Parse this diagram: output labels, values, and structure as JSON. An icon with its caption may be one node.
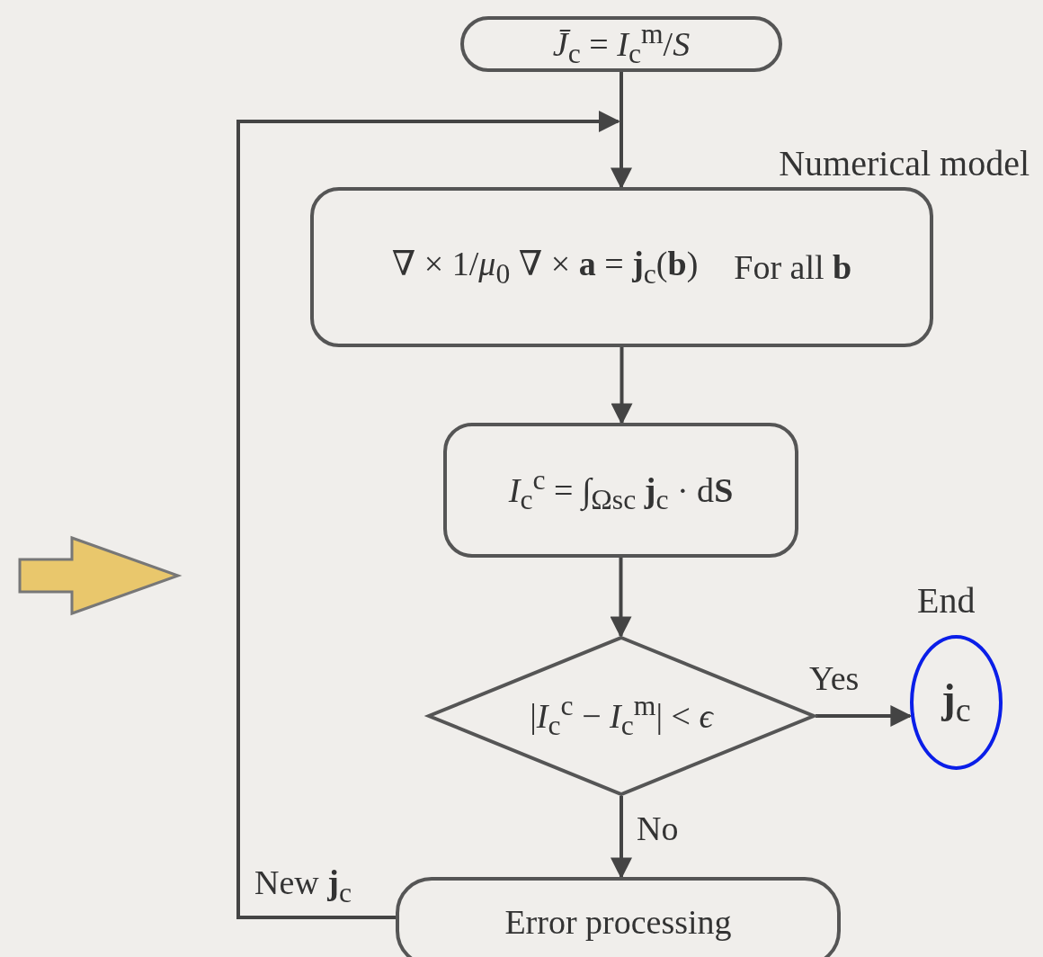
{
  "diagram": {
    "nodes": [
      {
        "text": [
          "*J̄*$_{c}$ = *I*$_{c}$$^{m}$/*S*"
        ]
      },
      {
        "text": [
          "Numerical model",
          "∇ × 1/*μ*$_{0}$ ∇ × **a** = **j**$_{c}$(**b**)",
          "For all **b**"
        ]
      },
      {
        "text": [
          "*I*$_{c}$$^{c}$ = ∫$_{Ωsc}$ **j**$_{c}$ · d**S**"
        ]
      },
      {
        "text": [
          "|*I*$_{c}$$^{c}$ − *I*$_{c}$$^{m}$| < *ϵ*"
        ]
      },
      {
        "text": [
          "**j**$_{c}$"
        ],
        "beside": [
          "End"
        ]
      },
      {
        "text": [
          "Error processing"
        ]
      }
    ],
    "edges": [
      {
        "from": 0,
        "to": 1,
        "arrow": "to"
      },
      {
        "from": 1,
        "to": 2,
        "arrow": "to"
      },
      {
        "from": 2,
        "to": 3,
        "arrow": "to"
      },
      {
        "from": 3,
        "to": 4,
        "arrow": "to",
        "label": "Yes"
      },
      {
        "from": 3,
        "to": 5,
        "arrow": "to",
        "label": "No"
      },
      {
        "from": 5,
        "to": 1,
        "arrow": "to",
        "label": "New **j**$_{c}$"
      }
    ]
  }
}
